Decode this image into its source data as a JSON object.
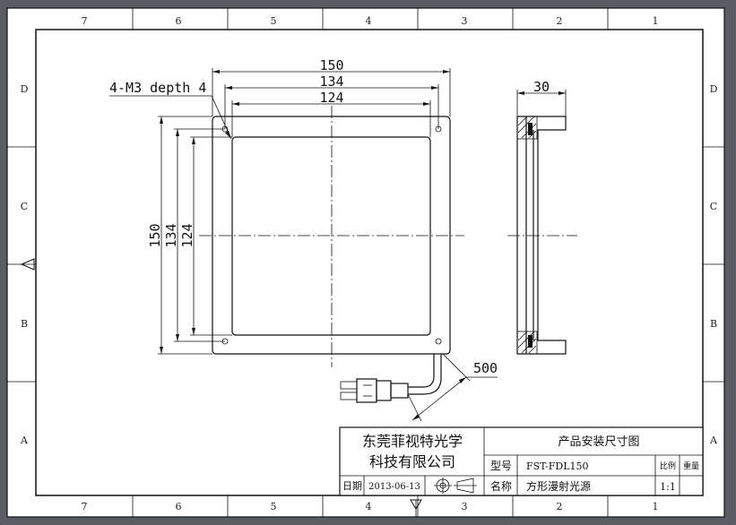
{
  "zones": {
    "columns": [
      "7",
      "6",
      "5",
      "4",
      "3",
      "2",
      "1"
    ],
    "rows": [
      "D",
      "C",
      "B",
      "A"
    ]
  },
  "front_view": {
    "callout": "4-M3 depth 4",
    "horizontal_dims": [
      "150",
      "134",
      "124"
    ],
    "vertical_dims": [
      "150",
      "134",
      "124"
    ],
    "cable_length": "500"
  },
  "side_view": {
    "thickness": "30"
  },
  "title_block": {
    "company_line1": "东莞菲视特光学",
    "company_line2": "科技有限公司",
    "drawing_title": "产品安装尺寸图",
    "model_label": "型号",
    "model_value": "FST-FDL150",
    "scale_label": "比例",
    "weight_label": "重量",
    "date_label": "日期",
    "date_value": "2013-06-13",
    "name_label": "名称",
    "name_value": "方形漫射光源",
    "scale_value": "1:1"
  }
}
